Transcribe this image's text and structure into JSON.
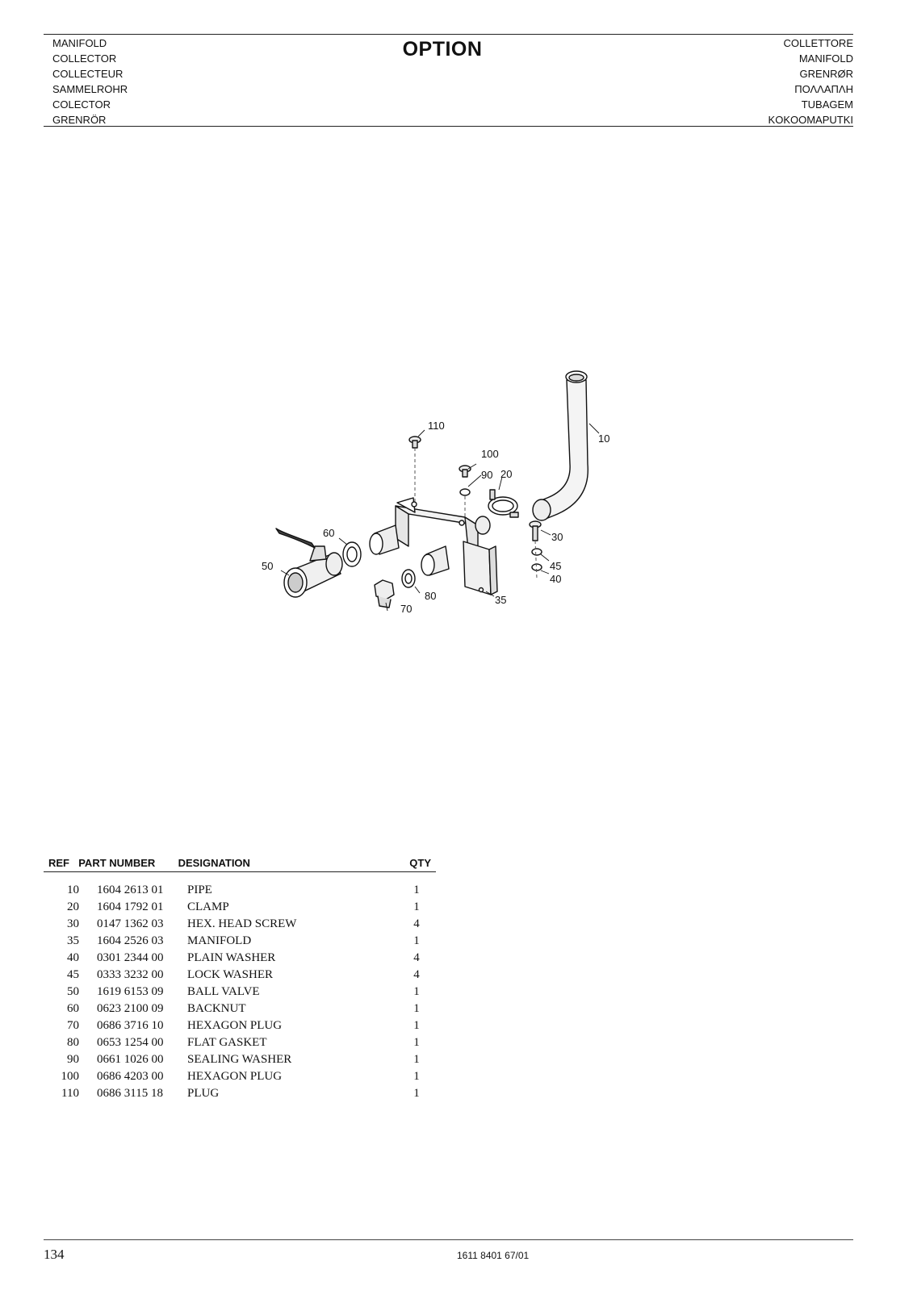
{
  "header": {
    "left_titles": [
      "MANIFOLD",
      "COLLECTOR",
      "COLLECTEUR",
      "SAMMELROHR",
      "COLECTOR",
      "GRENRÖR"
    ],
    "right_titles": [
      "COLLETTORE",
      "MANIFOLD",
      "GRENRØR",
      "ΠΟΛΛΑΠΛΗ",
      "TUBAGEM",
      "KOKOOMAPUTKI"
    ],
    "title": "OPTION"
  },
  "diagram": {
    "callouts": [
      "10",
      "20",
      "30",
      "35",
      "40",
      "45",
      "50",
      "60",
      "70",
      "80",
      "90",
      "100",
      "110"
    ]
  },
  "parts_table": {
    "headers": {
      "ref": "REF",
      "part_number": "PART NUMBER",
      "designation": "DESIGNATION",
      "qty": "QTY"
    },
    "rows": [
      {
        "ref": "10",
        "part_number": "1604 2613 01",
        "designation": "PIPE",
        "qty": "1"
      },
      {
        "ref": "20",
        "part_number": "1604 1792 01",
        "designation": "CLAMP",
        "qty": "1"
      },
      {
        "ref": "30",
        "part_number": "0147 1362 03",
        "designation": "HEX. HEAD SCREW",
        "qty": "4"
      },
      {
        "ref": "35",
        "part_number": "1604 2526 03",
        "designation": "MANIFOLD",
        "qty": "1"
      },
      {
        "ref": "40",
        "part_number": "0301 2344 00",
        "designation": "PLAIN WASHER",
        "qty": "4"
      },
      {
        "ref": "45",
        "part_number": "0333 3232 00",
        "designation": "LOCK WASHER",
        "qty": "4"
      },
      {
        "ref": "50",
        "part_number": "1619 6153 09",
        "designation": "BALL VALVE",
        "qty": "1"
      },
      {
        "ref": "60",
        "part_number": "0623 2100 09",
        "designation": "BACKNUT",
        "qty": "1"
      },
      {
        "ref": "70",
        "part_number": "0686 3716 10",
        "designation": "HEXAGON PLUG",
        "qty": "1"
      },
      {
        "ref": "80",
        "part_number": "0653 1254 00",
        "designation": "FLAT GASKET",
        "qty": "1"
      },
      {
        "ref": "90",
        "part_number": "0661 1026 00",
        "designation": "SEALING WASHER",
        "qty": "1"
      },
      {
        "ref": "100",
        "part_number": "0686 4203 00",
        "designation": "HEXAGON PLUG",
        "qty": "1"
      },
      {
        "ref": "110",
        "part_number": "0686 3115 18",
        "designation": "PLUG",
        "qty": "1"
      }
    ]
  },
  "footer": {
    "page_number": "134",
    "document_number": "1611 8401 67/01"
  }
}
